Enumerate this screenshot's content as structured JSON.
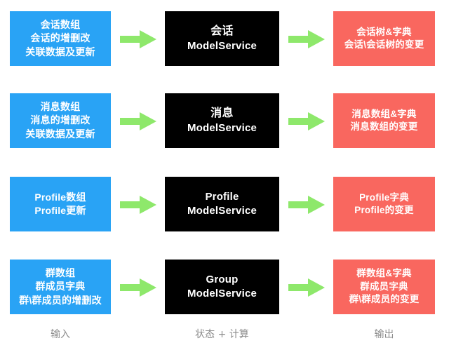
{
  "colors": {
    "background": "#ffffff",
    "input_box": "#29a3f5",
    "service_box": "#000000",
    "output_box": "#f9675f",
    "arrow": "#8ee86b",
    "footer_text": "#8c8c8c",
    "box_text": "#ffffff"
  },
  "columns": {
    "input_label": "输入",
    "service_label": "状态 + 计算",
    "output_label": "输出"
  },
  "rows": [
    {
      "id": "session",
      "input": {
        "lines": [
          "会话数组",
          "会话的增删改",
          "关联数据及更新"
        ]
      },
      "service": {
        "lines": [
          "会话",
          "ModelService"
        ]
      },
      "output": {
        "lines": [
          "会话树&字典",
          "会话\\会话树的变更"
        ]
      }
    },
    {
      "id": "message",
      "input": {
        "lines": [
          "消息数组",
          "消息的增删改",
          "关联数据及更新"
        ]
      },
      "service": {
        "lines": [
          "消息",
          "ModelService"
        ]
      },
      "output": {
        "lines": [
          "消息数组&字典",
          "消息数组的变更"
        ]
      }
    },
    {
      "id": "profile",
      "input": {
        "lines": [
          "Profile数组",
          "Profile更新"
        ]
      },
      "service": {
        "lines": [
          "Profile",
          "ModelService"
        ]
      },
      "output": {
        "lines": [
          "Profile字典",
          "Profile的变更"
        ]
      }
    },
    {
      "id": "group",
      "input": {
        "lines": [
          "群数组",
          "群成员字典",
          "群\\群成员的增删改"
        ]
      },
      "service": {
        "lines": [
          "Group",
          "ModelService"
        ]
      },
      "output": {
        "lines": [
          "群数组&字典",
          "群成员字典",
          "群\\群成员的变更"
        ]
      }
    }
  ],
  "arrows": {
    "icon": "arrow-right-icon",
    "count_per_row": 2
  }
}
